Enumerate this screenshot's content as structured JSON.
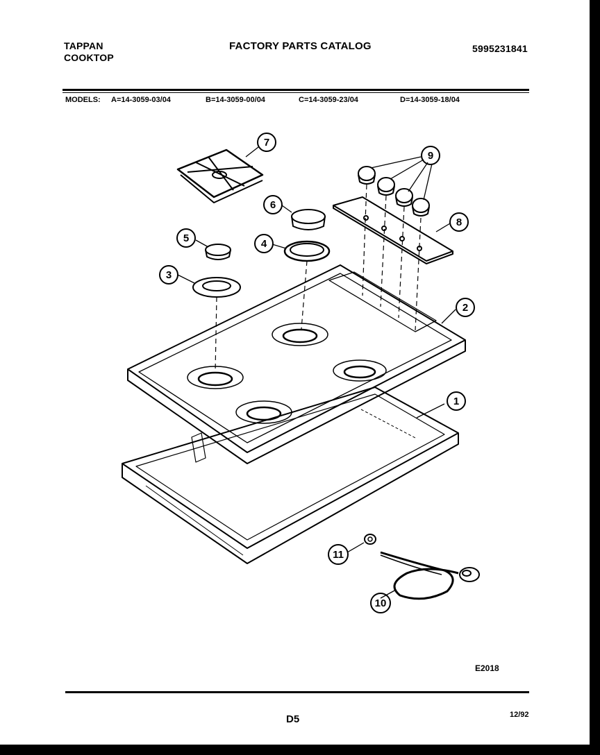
{
  "header": {
    "brand_line1": "TAPPAN",
    "brand_line2": "COOKTOP",
    "catalog_title": "FACTORY PARTS CATALOG",
    "catalog_number": "5995231841"
  },
  "models": {
    "label": "MODELS:",
    "a": "A=14-3059-03/04",
    "b": "B=14-3059-00/04",
    "c": "C=14-3059-23/04",
    "d": "D=14-3059-18/04"
  },
  "callouts": {
    "c1": "1",
    "c2": "2",
    "c3": "3",
    "c4": "4",
    "c5": "5",
    "c6": "6",
    "c7": "7",
    "c8": "8",
    "c9": "9",
    "c10": "10",
    "c11": "11"
  },
  "footer": {
    "figure_code": "E2018",
    "page_number": "D5",
    "date": "12/92"
  }
}
